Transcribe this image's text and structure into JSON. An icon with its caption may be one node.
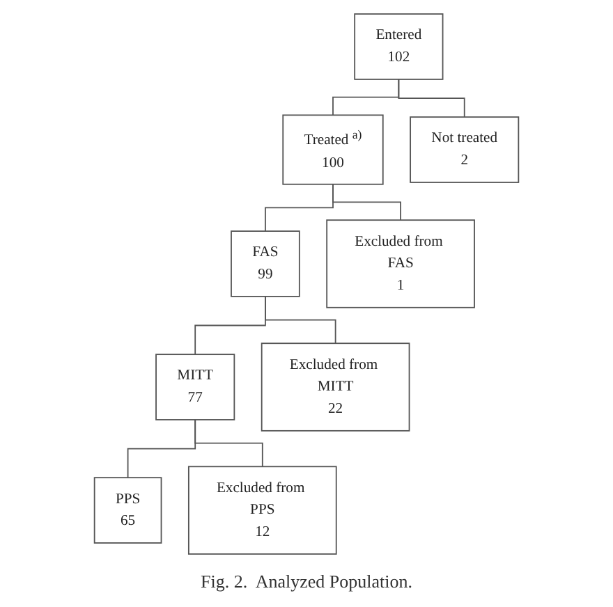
{
  "diagram": {
    "caption": "Fig. 2.  Analyzed Population.",
    "nodes": [
      {
        "text": [
          "Entered",
          "102"
        ]
      },
      {
        "text": [
          "Treated $^{a)}$",
          "100"
        ]
      },
      {
        "text": [
          "Not treated",
          "2"
        ]
      },
      {
        "text": [
          "FAS",
          "99"
        ]
      },
      {
        "text": [
          "Excluded from FAS",
          "1"
        ]
      },
      {
        "text": [
          "MITT",
          "77"
        ]
      },
      {
        "text": [
          "Excluded from MITT",
          "22"
        ]
      },
      {
        "text": [
          "PPS",
          "65"
        ]
      },
      {
        "text": [
          "Excluded from PPS",
          "12"
        ]
      }
    ],
    "edges": [
      {
        "from": 0,
        "to": 1,
        "arrow": "none"
      },
      {
        "from": 0,
        "to": 2,
        "arrow": "none"
      },
      {
        "from": 1,
        "to": 3,
        "arrow": "none"
      },
      {
        "from": 1,
        "to": 4,
        "arrow": "none"
      },
      {
        "from": 3,
        "to": 5,
        "arrow": "none"
      },
      {
        "from": 3,
        "to": 6,
        "arrow": "none"
      },
      {
        "from": 5,
        "to": 7,
        "arrow": "none"
      },
      {
        "from": 5,
        "to": 8,
        "arrow": "none"
      }
    ]
  }
}
